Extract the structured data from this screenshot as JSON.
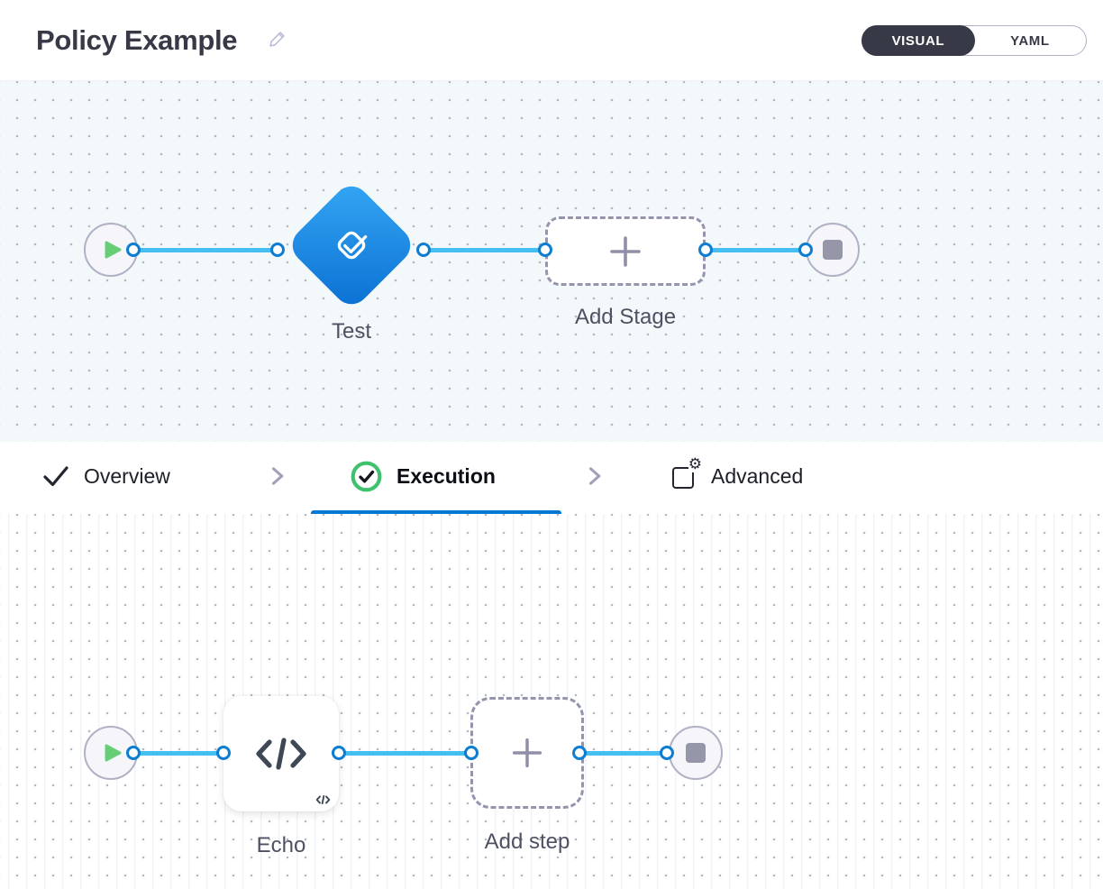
{
  "header": {
    "title": "Policy Example",
    "toggle": {
      "visual_label": "VISUAL",
      "yaml_label": "YAML",
      "selected": "VISUAL"
    }
  },
  "stage_pipeline": {
    "stage_name": "Test",
    "add_stage_label": "Add Stage",
    "start_icon": "play-icon",
    "end_icon": "stop-icon",
    "stage_icon": "approval-check-icon"
  },
  "tabs": [
    {
      "label": "Overview",
      "icon": "check-icon",
      "state": "complete"
    },
    {
      "label": "Execution",
      "icon": "check-circle-icon",
      "state": "active"
    },
    {
      "label": "Advanced",
      "icon": "square-gear-icon",
      "state": "default"
    }
  ],
  "step_pipeline": {
    "step_name": "Echo",
    "add_step_label": "Add step",
    "step_icon": "code-icon"
  },
  "colors": {
    "accent_blue": "#0278d5",
    "edge_blue": "#45bef2",
    "diamond_gradient_start": "#35a7f5",
    "diamond_gradient_end": "#0a6fd2",
    "success_green": "#3fc16e",
    "play_green": "#68ce75",
    "toggle_dark": "#383946",
    "label_gray": "#4f5162",
    "dashed_gray": "#9495ad"
  }
}
